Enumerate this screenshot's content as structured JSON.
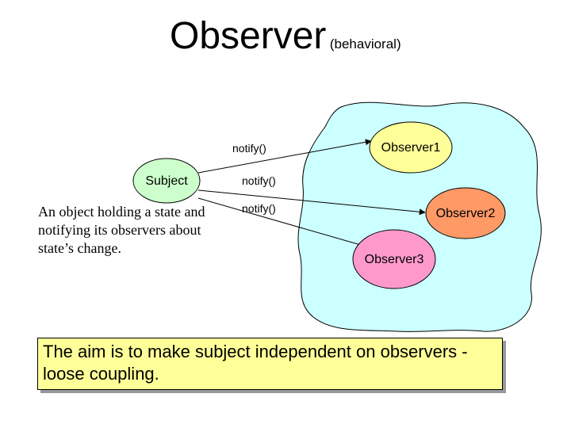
{
  "title": {
    "main": "Observer",
    "sub": "(behavioral)"
  },
  "subject": {
    "label": "Subject",
    "color": "#ccffcc"
  },
  "observers": [
    {
      "label": "Observer1",
      "color": "#ffff99"
    },
    {
      "label": "Observer2",
      "color": "#ff9966"
    },
    {
      "label": "Observer3",
      "color": "#ff99cc"
    }
  ],
  "calls": [
    "notify()",
    "notify()",
    "notify()"
  ],
  "description": "An object holding a state and notifying its observers about state’s change.",
  "aim": "The aim is to make subject independent on observers - loose coupling.",
  "colors": {
    "cloud": "#ccffff",
    "aim_box": "#ffff99"
  }
}
